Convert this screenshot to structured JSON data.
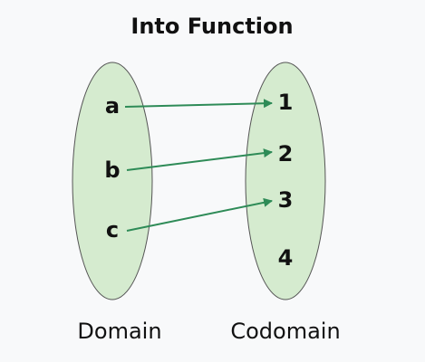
{
  "title": "Into Function",
  "domain": {
    "label": "Domain",
    "elements": [
      "a",
      "b",
      "c"
    ]
  },
  "codomain": {
    "label": "Codomain",
    "elements": [
      "1",
      "2",
      "3",
      "4"
    ]
  },
  "mapping": [
    {
      "from": "a",
      "to": "1"
    },
    {
      "from": "b",
      "to": "2"
    },
    {
      "from": "c",
      "to": "3"
    }
  ],
  "colors": {
    "background": "#f8f9fa",
    "set_fill": "#d5ebcf",
    "set_stroke": "#555555",
    "arrow": "#2e8b57",
    "text": "#111111"
  }
}
